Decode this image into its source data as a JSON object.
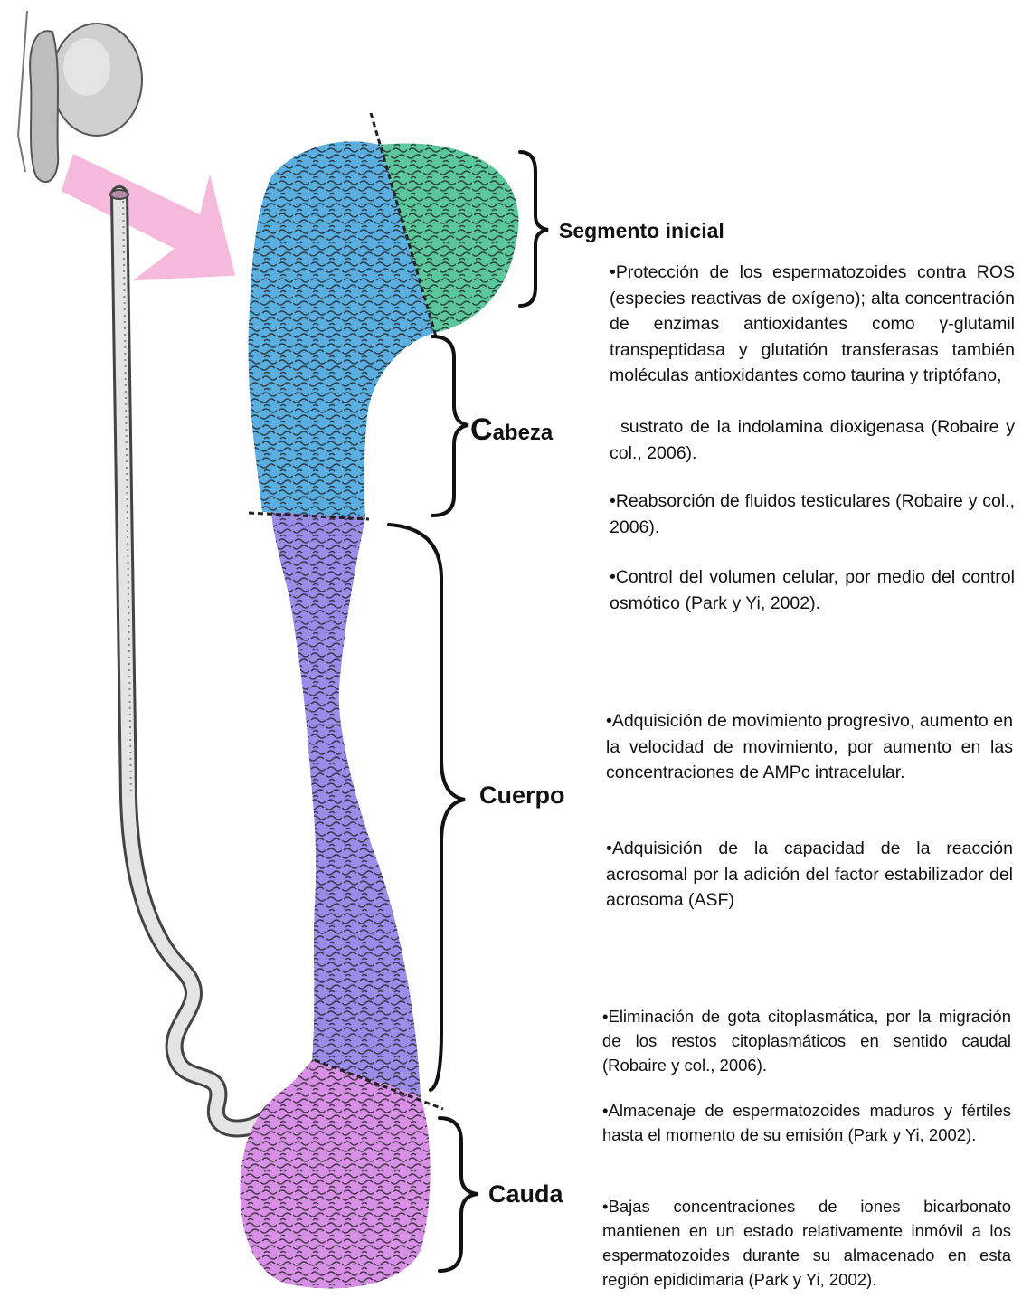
{
  "colors": {
    "segmento_inicial": "#5cc79a",
    "cabeza": "#5aaee0",
    "cuerpo": "#9a8ce8",
    "cauda": "#d88fe6",
    "arrow": "#f5b3d8",
    "duct": "#d8d8d8"
  },
  "regions": {
    "segmento_inicial": {
      "label": "Segmento inicial",
      "points": [
        "•Protección de los espermatozoides contra ROS (especies reactivas de oxígeno); alta concentración de enzimas antioxidantes como γ-glutamil transpeptidasa y glutatión transferasas también moléculas antioxidantes como taurina y triptófano,",
        "sustrato de la indolamina dioxigenasa (Robaire y col., 2006)."
      ]
    },
    "cabeza": {
      "label_initial": "C",
      "label_rest": "abeza",
      "points": [
        "•Reabsorción de fluidos testiculares (Robaire y col., 2006).",
        "•Control del volumen celular, por medio del control osmótico (Park y Yi, 2002)."
      ]
    },
    "cuerpo": {
      "label": "Cuerpo",
      "points": [
        "•Adquisición de movimiento progresivo, aumento en la velocidad de movimiento, por aumento en las concentraciones de AMPc intracelular.",
        "•Adquisición de la capacidad de la reacción acrosomal por la adición del factor estabilizador del acrosoma (ASF)"
      ]
    },
    "cauda": {
      "label": "Cauda",
      "points": [
        "•Eliminación de gota citoplasmática, por la migración de los restos citoplasmáticos en sentido caudal (Robaire y col., 2006).",
        "•Almacenaje de espermatozoides maduros y fértiles hasta el momento de su emisión (Park y Yi, 2002).",
        "•Bajas concentraciones de iones bicarbonato mantienen en un estado relativamente inmóvil a los espermatozoides durante su almacenado en esta región epididimaria (Park y Yi, 2002)."
      ]
    }
  }
}
